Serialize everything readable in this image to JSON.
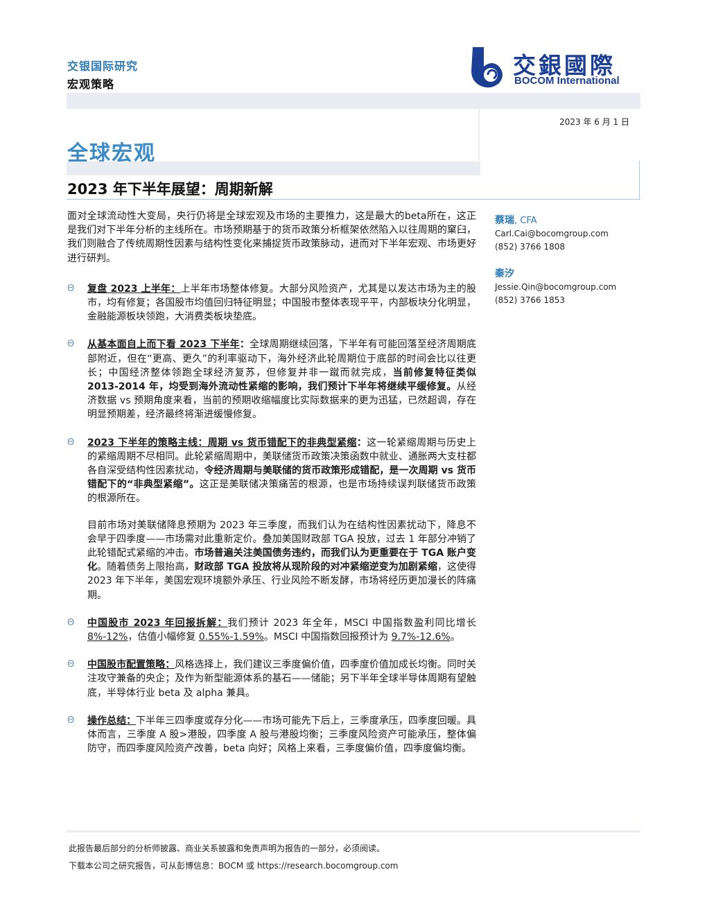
{
  "header": {
    "brand_cn": "交银国际研究",
    "sub": "宏观策略",
    "logo_cn": "交銀國際",
    "logo_en": "BOCOM International",
    "date": "2023 年 6 月 1 日"
  },
  "section_title": "全球宏观",
  "main_title": "2023 年下半年展望：周期新解",
  "intro": "面对全球流动性大变局，央行仍将是全球宏观及市场的主要推力，这是最大的beta所在，这正是我们对下半年分析的主线所在。市场预期基于的货币政策分析框架依然陷入以往周期的窠臼，我们则融合了传统周期性因素与结构性变化来捕捉货币政策脉动，进而对下半年宏观、市场更好进行研判。",
  "bullet_marker": "Θ",
  "bullets": [
    {
      "head": "复盘 2023 上半年：",
      "t1": "上半年市场整体修复。大部分风险资产，尤其是以发达市场为主的股市，均有修复；各国股市均值回归特征明显；中国股市整体表现平平，内部板块分化明显，金融能源板块领跑，大消费类板块垫底。"
    },
    {
      "head": "从基本面自上而下看 2023 下半年",
      "colon": "：",
      "t1": "全球周期继续回落，下半年有可能回落至经济周期底部附近，但在“更高、更久”的利率驱动下，海外经济此轮周期位于底部的时间会比以往更长；中国经济整体领跑全球经济复苏，但修复并非一蹴而就完成，",
      "b1": "当前修复特征类似 2013-2014 年，均受到海外流动性紧缩的影响，我们预计下半年将继续平缓修复。",
      "t2": "从经济数据 vs 预期角度来看，当前的预期收缩幅度比实际数据来的更为迅猛，已然超调，存在明显预期差，经济最终将渐进缓慢修复。"
    },
    {
      "head": "2023 下半年的策略主线：周期 vs 货币错配下的非典型紧缩",
      "colon": "：",
      "t1": "这一轮紧缩周期与历史上的紧缩周期不尽相同。此轮紧缩周期中，美联储货币政策决策函数中就业、通胀两大支柱都各自深受结构性因素扰动，",
      "b1": "令经济周期与美联储的货币政策形成错配，是一次周期 vs 货币错配下的“非典型紧缩”。",
      "t2": "这正是美联储决策痛苦的根源，也是市场持续误判联储货币政策的根源所在。"
    },
    {
      "head": "中国股市 2023 年回报拆解：",
      "t1": "我们预计 2023 年全年，MSCI 中国指数盈利同比增长 ",
      "u1": "8%-12%",
      "t2": "，估值小幅修复 ",
      "u2": "0.55%-1.59%",
      "t3": "。MSCI 中国指数回报预计为 ",
      "u3": "9.7%-12.6%",
      "t4": "。"
    },
    {
      "head": "中国股市配置策略：",
      "t1": "风格选择上，我们建议三季度偏价值，四季度价值加成长均衡。同时关注攻守兼备的央企；及作为新型能源体系的基石——储能；另下半年全球半导体周期有望触底，半导体行业 beta 及 alpha 兼具。"
    },
    {
      "head": "操作总结：",
      "t1": "下半年三四季度或存分化——市场可能先下后上，三季度承压，四季度回暖。具体而言，三季度 A 股>港股，四季度 A 股与港股均衡；三季度风险资产可能承压，整体偏防守，而四季度风险资产改善，beta 向好；风格上来看，三季度偏价值，四季度偏均衡。"
    }
  ],
  "sub_para": {
    "t1": "目前市场对美联储降息预期为 2023 年三季度，而我们认为在结构性因素扰动下，降息不会早于四季度——市场需对此重新定价。叠加美国财政部 TGA 投放，过去 1 年部分冲销了此轮错配式紧缩的冲击。",
    "b1": "市场普遍关注美国债务违约，而我们认为更重要在于 TGA 账户变化",
    "t2": "。随着债务上限抬高，",
    "b2": "财政部 TGA 投放将从现阶段的对冲紧缩逆变为加剧紧缩",
    "t3": "，这使得 2023 年下半年，美国宏观环境额外承压、行业风险不断发酵，市场将经历更加漫长的阵痛期。"
  },
  "analysts": [
    {
      "name": "蔡瑞",
      "cfa": ", CFA",
      "email": "Carl.Cai@bocomgroup.com",
      "phone": "(852) 3766 1808"
    },
    {
      "name": "秦汐",
      "cfa": "",
      "email": "Jessie.Qin@bocomgroup.com",
      "phone": "(852) 3766 1853"
    }
  ],
  "footer": {
    "line1": "此报告最后部分的分析师披露、商业关系披露和免责声明为报告的一部分，必须阅读。",
    "line2": "下载本公司之研究报告，可从彭博信息：BOCM 或 https://research.bocomgroup.com"
  }
}
